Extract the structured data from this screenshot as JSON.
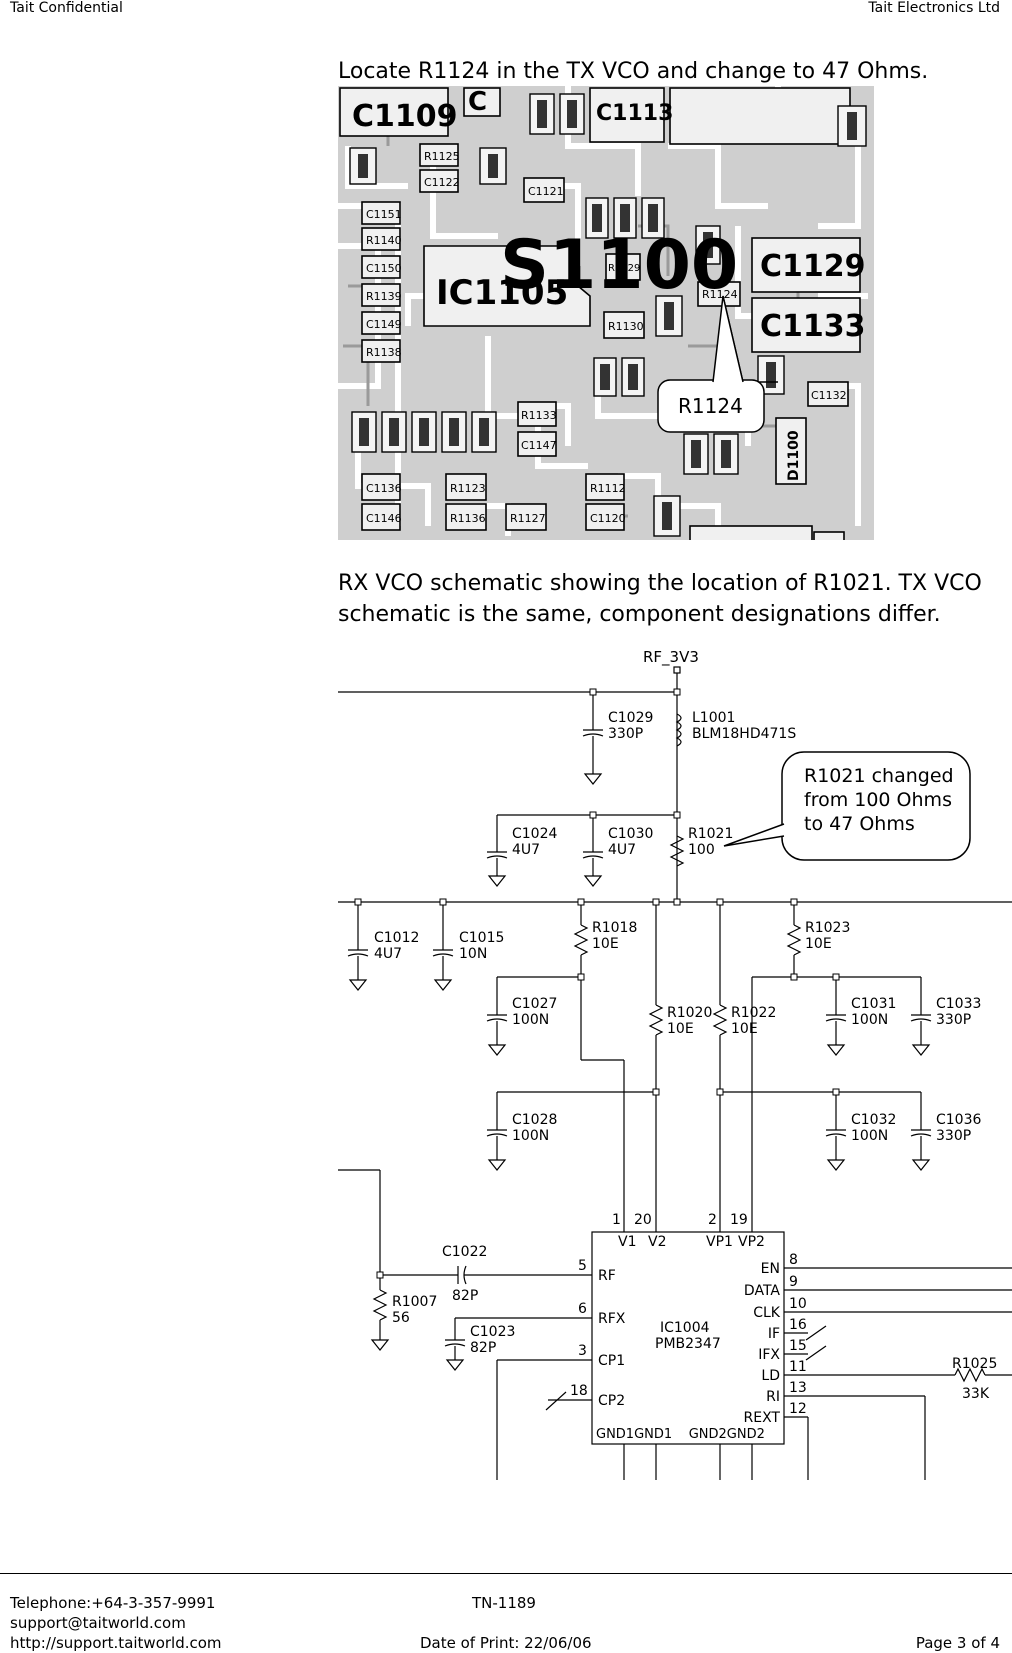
{
  "header": {
    "left": "Tait Confidential",
    "right": "Tait Electronics Ltd"
  },
  "section1": {
    "text": "Locate R1124 in the TX VCO and change to 47 Ohms.",
    "callout": "R1124",
    "pcb_labels": {
      "c1109": "C1109",
      "c1113": "C1113",
      "r1125": "R1125",
      "c1122": "C1122",
      "c1121": "C1121",
      "c1151": "C1151",
      "r1140": "R1140",
      "c1150": "C1150",
      "r1139": "R1139",
      "c1149": "C1149",
      "r1138": "R1138",
      "ic1105": "IC1105",
      "s1100": "S1100",
      "r1129": "R1129",
      "r1124": "R1124",
      "r1130": "R1130",
      "c1129": "C1129",
      "c1133": "C1133",
      "c1132": "C1132",
      "r1133": "R1133",
      "c1147": "C1147",
      "d1100": "D1100",
      "c1136": "C1136",
      "r1123": "R1123",
      "r1112": "R1112",
      "c1146": "C1146",
      "r1136": "R1136",
      "r1127": "R1127",
      "c1120": "C1120",
      "c_frag": "C"
    }
  },
  "section2": {
    "line1": "RX VCO schematic showing the location of R1021. TX VCO",
    "line2": "schematic is the same, component designations differ.",
    "callout_lines": [
      "R1021 changed",
      "from 100 Ohms",
      "to 47 Ohms"
    ],
    "schematic": {
      "rail": "RF_3V3",
      "c1029": "C1029",
      "c1029_v": "330P",
      "l1001": "L1001",
      "l1001_v": "BLM18HD471S",
      "c1024": "C1024",
      "c1024_v": "4U7",
      "c1030": "C1030",
      "c1030_v": "4U7",
      "r1021": "R1021",
      "r1021_v": "100",
      "c1012": "C1012",
      "c1012_v": "4U7",
      "c1015": "C1015",
      "c1015_v": "10N",
      "r1018": "R1018",
      "r1018_v": "10E",
      "r1023": "R1023",
      "r1023_v": "10E",
      "c1027": "C1027",
      "c1027_v": "100N",
      "r1020": "R1020",
      "r1020_v": "10E",
      "r1022": "R1022",
      "r1022_v": "10E",
      "c1031": "C1031",
      "c1031_v": "100N",
      "c1033": "C1033",
      "c1033_v": "330P",
      "c1028": "C1028",
      "c1028_v": "100N",
      "c1032": "C1032",
      "c1032_v": "100N",
      "c1036": "C1036",
      "c1036_v": "330P",
      "c1022": "C1022",
      "c1022_v": "82P",
      "r1007": "R1007",
      "r1007_v": "56",
      "c1023": "C1023",
      "c1023_v": "82P",
      "r1025": "R1025",
      "r1025_v": "33K",
      "ic_name": "IC1004",
      "ic_part": "PMB2347",
      "pin_1": "1",
      "pin_20": "20",
      "pin_2": "2",
      "pin_19": "19",
      "lbl_v1": "V1",
      "lbl_v2": "V2",
      "lbl_vp1": "VP1",
      "lbl_vp2": "VP2",
      "pin_5": "5",
      "pin_6": "6",
      "pin_3": "3",
      "pin_18": "18",
      "lbl_rf": "RF",
      "lbl_rfx": "RFX",
      "lbl_cp1": "CP1",
      "lbl_cp2": "CP2",
      "pin_8": "8",
      "pin_9": "9",
      "pin_10": "10",
      "pin_16": "16",
      "pin_15": "15",
      "pin_11": "11",
      "pin_13": "13",
      "pin_12": "12",
      "lbl_en": "EN",
      "lbl_data": "DATA",
      "lbl_clk": "CLK",
      "lbl_if": "IF",
      "lbl_ifx": "IFX",
      "lbl_ld": "LD",
      "lbl_ri": "RI",
      "lbl_rext": "REXT",
      "lbl_gnd": "GND1GND1    GND2GND2"
    }
  },
  "footer": {
    "phone": "Telephone:+64-3-357-9991",
    "email": "support@taitworld.com",
    "url": "http://support.taitworld.com",
    "doc_id": "TN-1189",
    "print_date": "Date of Print: 22/06/06",
    "page": "Page 3 of 4"
  }
}
